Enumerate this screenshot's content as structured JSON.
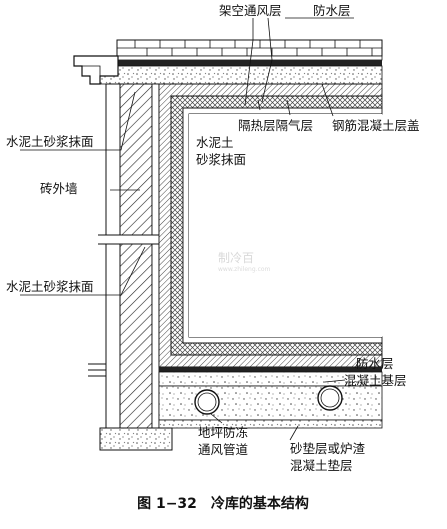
{
  "labels": {
    "ventilation_layer": "架空通风层",
    "waterproof_top": "防水层",
    "wall_plaster_top": "水泥土砂浆抹面",
    "inner_plaster_1": "水泥土",
    "inner_plaster_2": "砂浆抹面",
    "insulation_vapor": "隔热层隔气层",
    "rc_roof": "钢筋混凝土层盖",
    "brick_wall": "砖外墙",
    "wall_plaster_bottom": "水泥土砂浆抹面",
    "waterproof_bottom": "防水层",
    "concrete_base": "混凝土基层",
    "floor_duct_1": "地坪防冻",
    "floor_duct_2": "通风管道",
    "gravel_1": "砂垫层或炉渣",
    "gravel_2": "混凝土垫层"
  },
  "watermark": {
    "main": "制冷百",
    "sub": "www.zhileng.com"
  },
  "caption": "图 1−32　冷库的基本结构"
}
